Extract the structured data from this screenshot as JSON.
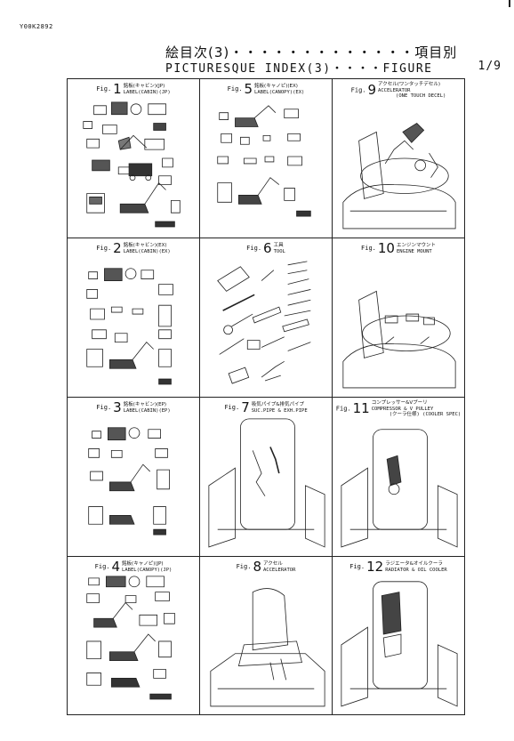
{
  "doc": {
    "code": "Y00K2892",
    "title_jp": "絵目次(3)・・・・・・・・・・・・・項目別",
    "title_en": "PICTURESQUE INDEX(3)・・・・FIGURE",
    "page": "1/9"
  },
  "figures": [
    {
      "fig_label": "Fig.",
      "num": "1",
      "jp": "銘板(キャビン)(JP)",
      "en": "LABEL(CABIN)(JP)",
      "sub": ""
    },
    {
      "fig_label": "Fig.",
      "num": "5",
      "jp": "銘板(キャノピ)(EX)",
      "en": "LABEL(CANOPY)(EX)",
      "sub": ""
    },
    {
      "fig_label": "Fig.",
      "num": "9",
      "jp": "アクセル(ワンタッチデセル)",
      "en": "ACCELERATOR",
      "sub": "(ONE TOUCH DECEL)"
    },
    {
      "fig_label": "Fig.",
      "num": "2",
      "jp": "銘板(キャビン)(EX)",
      "en": "LABEL(CABIN)(EX)",
      "sub": ""
    },
    {
      "fig_label": "Fig.",
      "num": "6",
      "jp": "工具",
      "en": "TOOL",
      "sub": ""
    },
    {
      "fig_label": "Fig.",
      "num": "10",
      "jp": "エンジンマウント",
      "en": "ENGINE MOUNT",
      "sub": ""
    },
    {
      "fig_label": "Fig.",
      "num": "3",
      "jp": "銘板(キャビン)(EP)",
      "en": "LABEL(CABIN)(EP)",
      "sub": ""
    },
    {
      "fig_label": "Fig.",
      "num": "7",
      "jp": "吸気パイプ&排気パイプ",
      "en": "SUC.PIPE & EXH.PIPE",
      "sub": ""
    },
    {
      "fig_label": "Fig.",
      "num": "11",
      "jp": "コンプレッサー&Vプーリ",
      "en": "COMPRESSOR & V PULLEY",
      "sub": "(クーラ仕様) (COOLER SPEC)"
    },
    {
      "fig_label": "Fig.",
      "num": "4",
      "jp": "銘板(キャノピ)(JP)",
      "en": "LABEL(CANOPY)(JP)",
      "sub": ""
    },
    {
      "fig_label": "Fig.",
      "num": "8",
      "jp": "アクセル",
      "en": "ACCELERATOR",
      "sub": ""
    },
    {
      "fig_label": "Fig.",
      "num": "12",
      "jp": "ラジエータ&オイルクーラ",
      "en": "RADIATOR & OIL COOLER",
      "sub": ""
    }
  ]
}
